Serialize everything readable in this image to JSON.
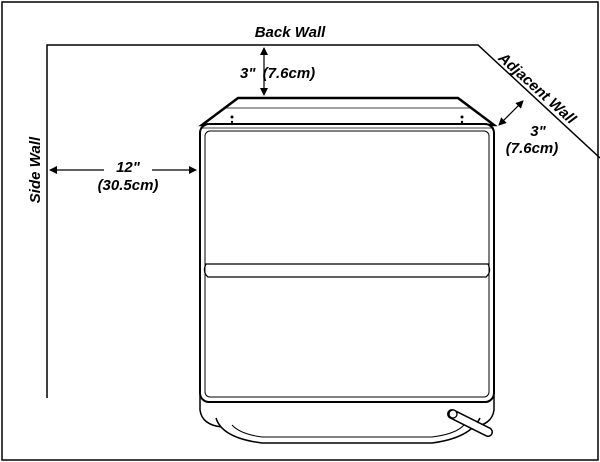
{
  "walls": {
    "back": "Back Wall",
    "side": "Side Wall",
    "adjacent": "Adjacent Wall"
  },
  "clearances": {
    "back": {
      "inches": "3\"",
      "cm": "(7.6cm)"
    },
    "side": {
      "inches": "12\"",
      "cm": "(30.5cm)"
    },
    "adjacent": {
      "inches": "3\"",
      "cm": "(7.6cm)"
    }
  }
}
